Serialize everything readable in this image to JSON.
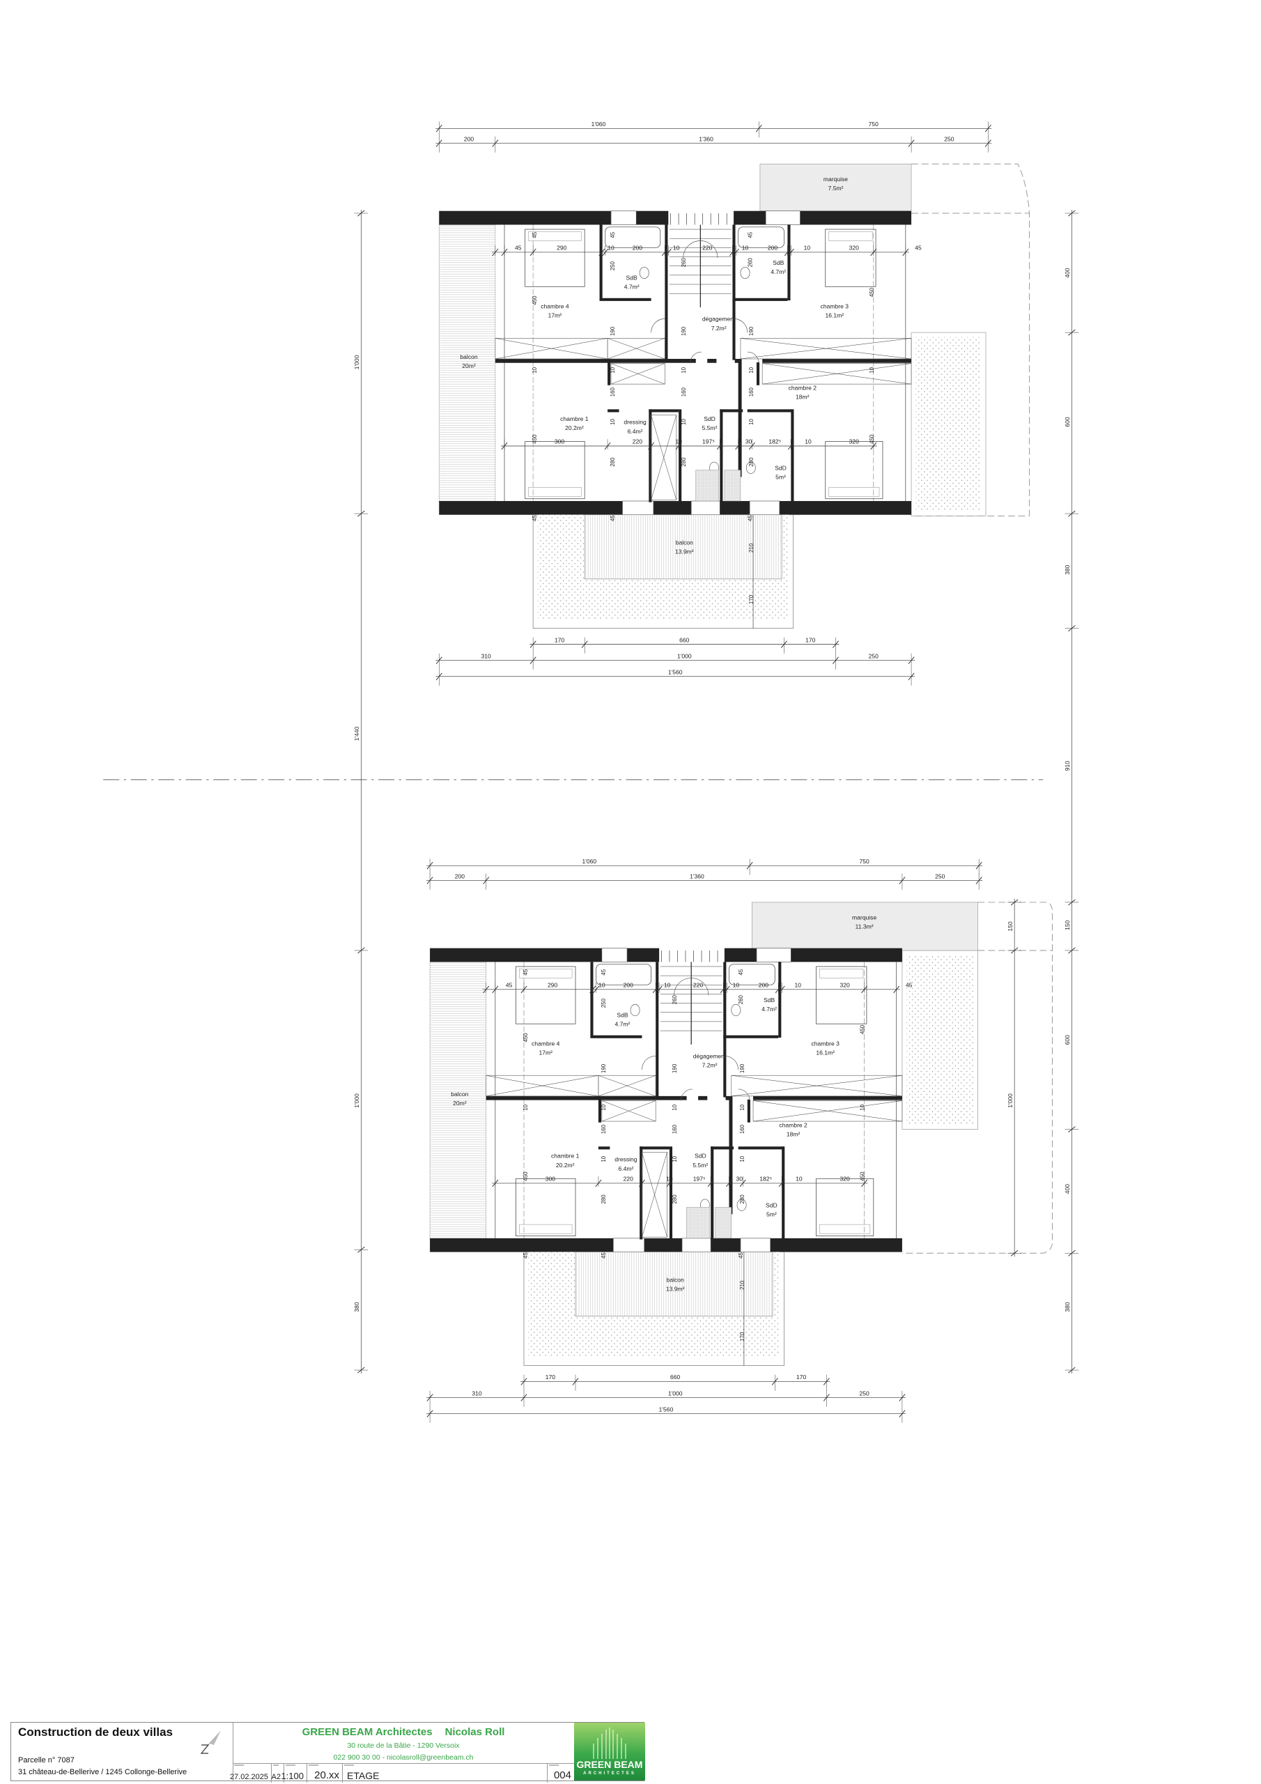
{
  "plans": [
    {
      "marquise": {
        "label": "marquise",
        "area": "7.5m²"
      },
      "rooms": [
        {
          "name": "balcon",
          "area": "20m²"
        },
        {
          "name": "chambre 4",
          "area": "17m²"
        },
        {
          "name": "SdB",
          "area": "4.7m²"
        },
        {
          "name": "dégagement",
          "area": "7.2m²"
        },
        {
          "name": "SdB",
          "area": "4.7m²"
        },
        {
          "name": "chambre 3",
          "area": "16.1m²"
        },
        {
          "name": "chambre 2",
          "area": "18m²"
        },
        {
          "name": "chambre 1",
          "area": "20.2m²"
        },
        {
          "name": "dressing",
          "area": "6.4m²"
        },
        {
          "name": "SdD",
          "area": "5.5m²"
        },
        {
          "name": "SdD",
          "area": "5m²"
        },
        {
          "name": "balcon",
          "area": "13.9m²"
        }
      ],
      "dims_top_row1": [
        "1'060",
        "750"
      ],
      "dims_top_row2": [
        "200",
        "1'360",
        "250"
      ],
      "dims_inner_upper": [
        "45",
        "290",
        "10",
        "200",
        "10",
        "220",
        "10",
        "200",
        "10",
        "320",
        "45"
      ],
      "dims_inner_lower": [
        "300",
        "220",
        "10",
        "197⁵",
        "30",
        "182⁵",
        "10",
        "320"
      ],
      "dims_vertical": [
        "45",
        "45",
        "45",
        "250",
        "260",
        "260",
        "450",
        "450",
        "10",
        "10",
        "10",
        "190",
        "190",
        "190",
        "10",
        "10",
        "10",
        "10",
        "10",
        "160",
        "160",
        "160",
        "10",
        "10",
        "10",
        "450",
        "450",
        "280",
        "280",
        "280",
        "45",
        "45",
        "45",
        "210",
        "170"
      ],
      "dims_bottom_row1": [
        "170",
        "660",
        "170"
      ],
      "dims_bottom_row2": [
        "310",
        "1'000",
        "250"
      ],
      "dims_bottom_row3": [
        "1'560"
      ]
    },
    {
      "marquise": {
        "label": "marquise",
        "area": "11.3m²"
      },
      "rooms": [
        {
          "name": "balcon",
          "area": "20m²"
        },
        {
          "name": "chambre 4",
          "area": "17m²"
        },
        {
          "name": "SdB",
          "area": "4.7m²"
        },
        {
          "name": "dégagement",
          "area": "7.2m²"
        },
        {
          "name": "SdB",
          "area": "4.7m²"
        },
        {
          "name": "chambre 3",
          "area": "16.1m²"
        },
        {
          "name": "chambre 2",
          "area": "18m²"
        },
        {
          "name": "chambre 1",
          "area": "20.2m²"
        },
        {
          "name": "dressing",
          "area": "6.4m²"
        },
        {
          "name": "SdD",
          "area": "5.5m²"
        },
        {
          "name": "SdD",
          "area": "5m²"
        },
        {
          "name": "balcon",
          "area": "13.9m²"
        }
      ],
      "dims_top_row1": [
        "1'060",
        "750"
      ],
      "dims_top_row2": [
        "200",
        "1'360",
        "250"
      ],
      "dims_inner_upper": [
        "45",
        "290",
        "10",
        "200",
        "10",
        "220",
        "10",
        "200",
        "10",
        "320",
        "45"
      ],
      "dims_inner_lower": [
        "300",
        "220",
        "10",
        "197⁵",
        "30",
        "182⁵",
        "10",
        "320"
      ],
      "dims_vertical": [
        "45",
        "45",
        "45",
        "250",
        "260",
        "260",
        "450",
        "450",
        "10",
        "10",
        "10",
        "190",
        "190",
        "190",
        "10",
        "10",
        "10",
        "10",
        "10",
        "160",
        "160",
        "160",
        "10",
        "10",
        "10",
        "450",
        "450",
        "280",
        "280",
        "280",
        "45",
        "45",
        "45",
        "210",
        "170"
      ],
      "dims_bottom_row1": [
        "170",
        "660",
        "170"
      ],
      "dims_bottom_row2": [
        "310",
        "1'000",
        "250"
      ],
      "dims_bottom_row3": [
        "1'560"
      ]
    }
  ],
  "site_dims": {
    "left": [
      "1'000",
      "1'440",
      "1'000",
      "380"
    ],
    "right_outer": [
      "400",
      "600",
      "380",
      "910",
      "150",
      "600",
      "400",
      "380"
    ],
    "right_inner": [
      "150",
      "1'000"
    ]
  },
  "title_block": {
    "project_title": "Construction de deux villas",
    "parcel": "Parcelle n° 7087",
    "address": "31 château-de-Bellerive / 1245 Collonge-Bellerive",
    "firm_name": "GREEN BEAM Architectes",
    "architect": "Nicolas Roll",
    "firm_address": "30 route de la Bâtie  -  1290 Versoix",
    "firm_contact": "022 900 30 00 - nicolasroll@greenbeam.ch",
    "date": "27.02.2025",
    "format": "A2",
    "scale": "1:100",
    "plan_number": "20.xx",
    "plan_title": "ETAGE",
    "sheet_number": "004",
    "logo_text": "GREEN BEAM",
    "logo_subtext": "ARCHITECTES",
    "brand_color": "#3aa64a"
  }
}
